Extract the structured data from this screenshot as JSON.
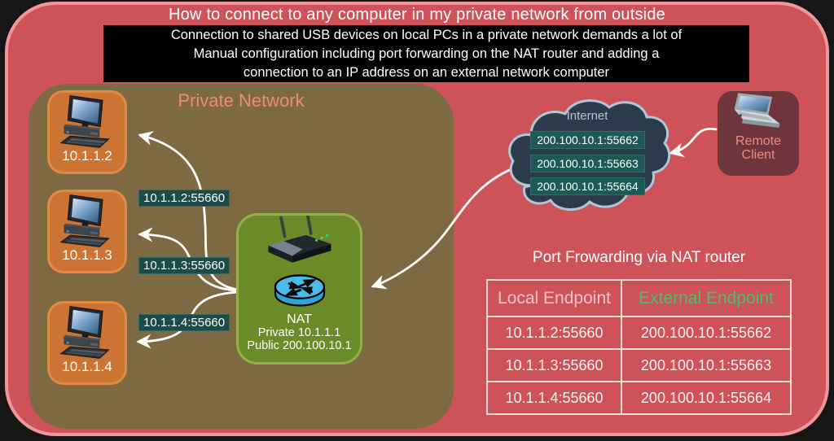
{
  "colors": {
    "background": "#161616",
    "canvas_red": "#cd5359",
    "canvas_border_pink": "#f0959c",
    "private_network_bg": "#7d6a42",
    "pc_box_orange": "#cc7434",
    "nat_box_green": "#6b8a28",
    "teal_label": "#1d4b47",
    "cloud_fill": "#2c3b4c",
    "remote_client_bg": "#6e353c",
    "accent_salmon": "#ef8a7e",
    "table_header_local": "#f2c3c3",
    "table_header_external": "#4fbf63"
  },
  "header": {
    "title": "How to connect to any computer in my private network from outside",
    "note_lines": [
      "Connection to shared USB devices on local PCs in a private network demands a lot of",
      "Manual configuration including port forwarding on the NAT router and adding a",
      "connection to an IP address on an external network computer"
    ]
  },
  "private_network": {
    "label": "Private Network",
    "computers": [
      {
        "ip": "10.1.1.2",
        "port_label": "10.1.1.2:55660"
      },
      {
        "ip": "10.1.1.3",
        "port_label": "10.1.1.3:55660"
      },
      {
        "ip": "10.1.1.4",
        "port_label": "10.1.1.4:55660"
      }
    ]
  },
  "nat": {
    "label": "NAT",
    "private_ip": "Private 10.1.1.1",
    "public_ip": "Public 200.100.10.1"
  },
  "internet": {
    "label": "Internet",
    "endpoints": [
      "200.100.10.1:55662",
      "200.100.10.1:55663",
      "200.100.10.1:55664"
    ]
  },
  "remote_client": {
    "label": "Remote Client"
  },
  "port_table": {
    "title": "Port Frowarding via NAT router",
    "headers": [
      "Local Endpoint",
      "External Endpoint"
    ],
    "rows": [
      [
        "10.1.1.2:55660",
        "200.100.10.1:55662"
      ],
      [
        "10.1.1.3:55660",
        "200.100.10.1:55663"
      ],
      [
        "10.1.1.4:55660",
        "200.100.10.1:55664"
      ]
    ]
  }
}
